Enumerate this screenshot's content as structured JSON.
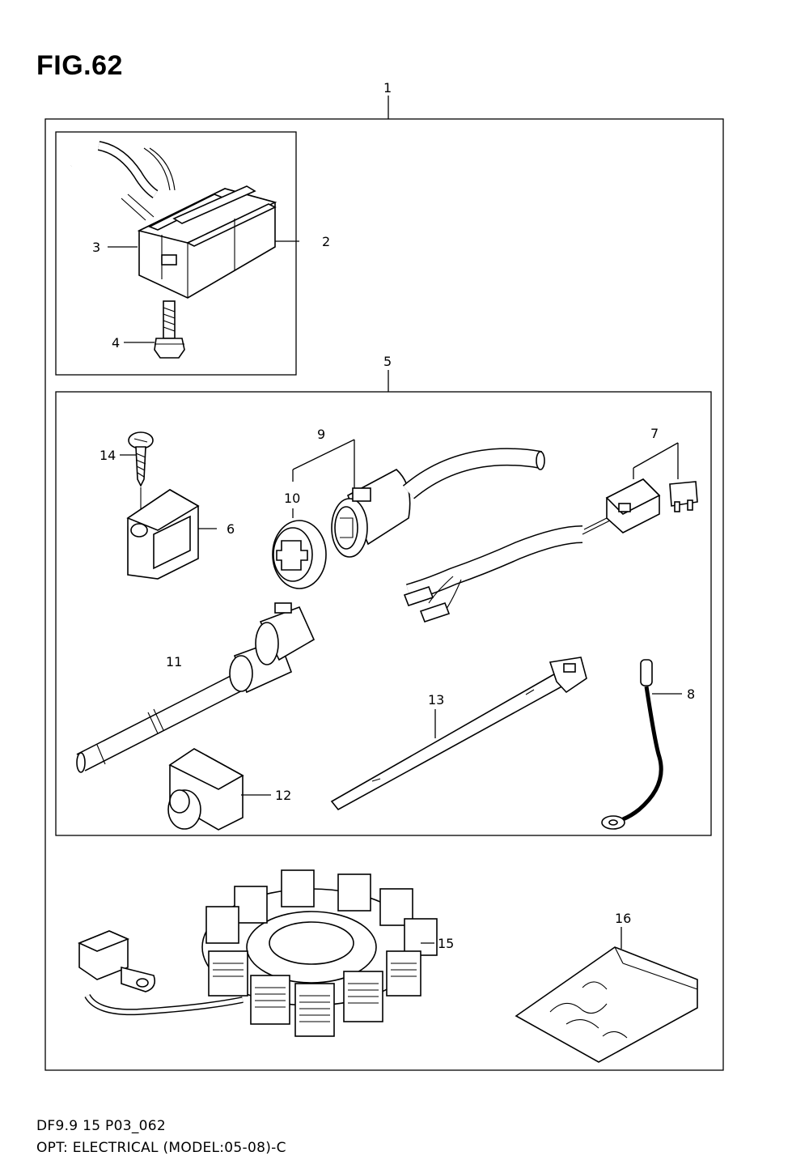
{
  "figure": {
    "title": "FIG.62"
  },
  "footer": {
    "code": "DF9.9 15 P03_062",
    "description": "OPT: ELECTRICAL (MODEL:05-08)-C"
  },
  "callouts": {
    "c1": "1",
    "c2": "2",
    "c3": "3",
    "c4": "4",
    "c5": "5",
    "c6": "6",
    "c7": "7",
    "c8": "8",
    "c9": "9",
    "c10": "10",
    "c11": "11",
    "c12": "12",
    "c13": "13",
    "c14": "14",
    "c15": "15",
    "c16": "16"
  },
  "parts": {
    "rectifier": "rectifier-icon",
    "bolt": "bolt-icon",
    "screw": "screw-icon",
    "clamp": "clamp-icon",
    "connector": "connector-icon",
    "cap": "connector-cap-icon",
    "harness": "wire-harness-icon",
    "fuse": "fuse-icon",
    "lead": "lead-wire-icon",
    "tie": "cable-tie-icon",
    "grommet": "grommet-icon",
    "ground": "ground-wire-icon",
    "stator": "stator-coil-icon",
    "bag": "parts-bag-icon"
  }
}
